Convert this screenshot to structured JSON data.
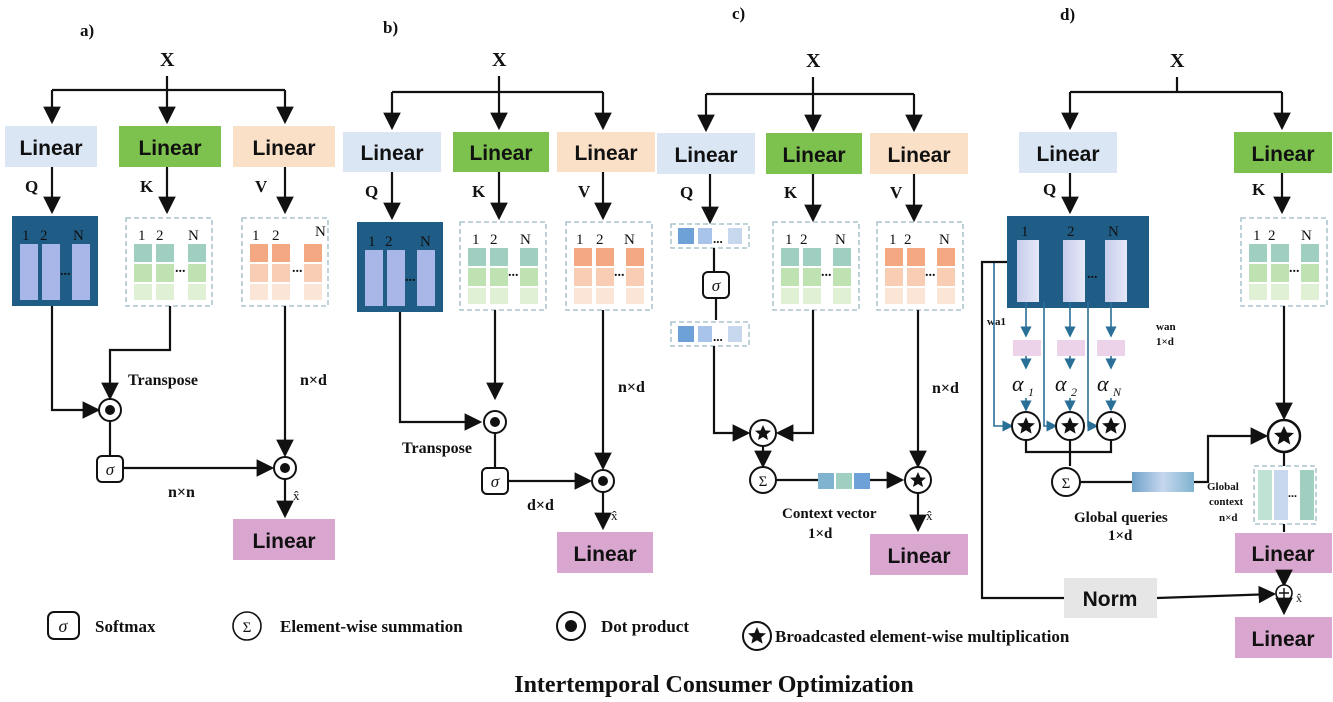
{
  "panels": {
    "a": "a)",
    "b": "b)",
    "c": "c)",
    "d": "d)"
  },
  "input": "X",
  "linear": "Linear",
  "norm": "Norm",
  "q": "Q",
  "k": "K",
  "v": "V",
  "matrix": {
    "i1": "1",
    "i2": "2",
    "iN": "N",
    "dots": "..."
  },
  "ops": {
    "sigma": "σ",
    "sum": "Σ"
  },
  "labels": {
    "transpose": "Transpose",
    "nd": "n×d",
    "nn": "n×n",
    "dd": "d×d",
    "xhat": "x̂",
    "context_vector": "Context vector",
    "one_d": "1×d",
    "global_queries": "Global queries",
    "global_context_1": "Global",
    "global_context_2": "context",
    "wa1": "wa1",
    "wan": "wan",
    "alpha1": "α",
    "alpha2": "α",
    "alphaN": "α",
    "sub1": "1",
    "sub2": "2",
    "subN": "N"
  },
  "legend": {
    "softmax": "Softmax",
    "sum": "Element-wise summation",
    "dot": "Dot product",
    "bcast": "Broadcasted element-wise multiplication"
  },
  "title": "Intertemporal Consumer Optimization",
  "colors": {
    "q_linear": "#dbe6f4",
    "k_linear": "#7dc14e",
    "v_linear": "#fbe0c8",
    "out_linear": "#d9a6cf",
    "norm_bg": "#e6e6e6",
    "q_matrix": "#1f5d87"
  }
}
